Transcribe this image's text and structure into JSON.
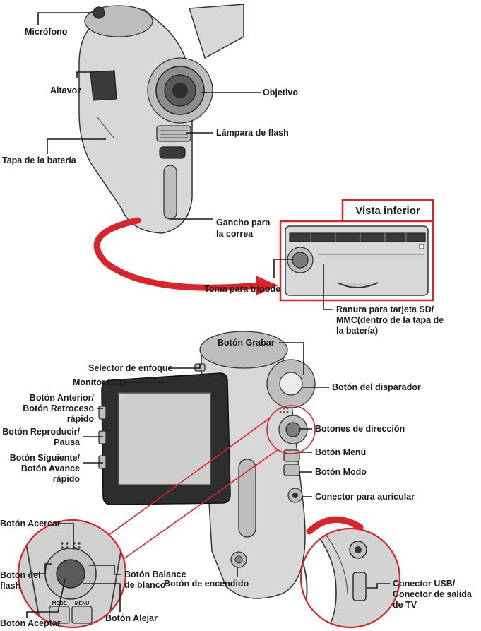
{
  "colors": {
    "accent_red": "#d9242a",
    "body_gray": "#d8d8d8",
    "line": "#1a1a1a"
  },
  "view_box_title": "Vista inferior",
  "labels": {
    "microfono": "Micrófono",
    "altavoz": "Altavoz",
    "tapa_bateria": "Tapa de la batería",
    "objetivo": "Objetivo",
    "lampara_flash": "Lámpara de flash",
    "gancho_1": "Gancho para",
    "gancho_2": "la correa",
    "toma_tripode": "Toma para trípode",
    "ranura_1": "Ranura para tarjeta SD/",
    "ranura_2": "MMC(dentro de la tapa de",
    "ranura_3": "la batería)",
    "boton_grabar": "Botón Grabar",
    "selector_enfoque": "Selector de enfoque",
    "monitor_lcd": "Monitor LCD",
    "anterior_1": "Botón Anterior/",
    "anterior_2": "Botón Retroceso",
    "anterior_3": "rápido",
    "reproducir_1": "Botón Reproducir/",
    "reproducir_2": "Pausa",
    "siguiente_1": "Botón Siguiente/",
    "siguiente_2": "Botón Avance",
    "siguiente_3": "rápido",
    "disparador": "Botón del disparador",
    "direccion": "Botones de dirección",
    "menu": "Botón Menú",
    "modo": "Botón Modo",
    "auricular": "Conector para auricular",
    "acercar": "Botón Acercar",
    "flash_1": "Botón del",
    "flash_2": "flash",
    "balance_1": "Botón Balance",
    "balance_2": "de blanco",
    "aceptar": "Botón Aceptar",
    "alejar": "Botón Alejar",
    "encendido": "Botón de encendido",
    "usb_1": "Conector USB/",
    "usb_2": "Conector de salida",
    "usb_3": "de TV"
  },
  "dial_labels": {
    "mode": "MODE",
    "menu": "MENU"
  }
}
